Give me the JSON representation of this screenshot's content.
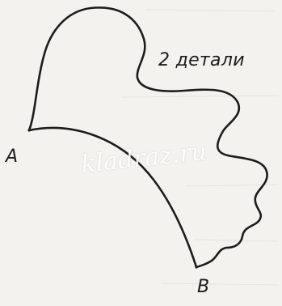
{
  "caption": "2 детали",
  "point_a": "A",
  "point_b": "B",
  "watermark": "kladraz.ru",
  "colors": {
    "background": "#f3f2ee",
    "stroke": "#1c1c1c"
  }
}
